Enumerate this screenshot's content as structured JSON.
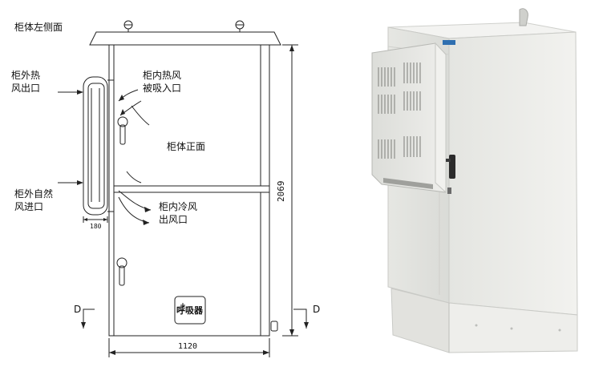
{
  "diagram": {
    "side_view_title": "柜体左侧面",
    "label_hot_air_out": [
      "柜外热",
      "风出口"
    ],
    "label_hot_air_in": [
      "柜内热风",
      "被吸入口"
    ],
    "label_front": "柜体正面",
    "label_natural_air_in": [
      "柜外自然",
      "风进口"
    ],
    "label_cold_air_out": [
      "柜内冷风",
      "出风口"
    ],
    "breather_label": "呼吸器",
    "dim_height": "2069",
    "dim_width": "1120",
    "dim_ac_depth": "180",
    "section_mark_left": "D",
    "section_mark_right": "D"
  },
  "colors": {
    "line": "#222222",
    "cabinet_body": "#e9e9e6",
    "cabinet_shadow": "#c9cac6",
    "photo_bg": "#ffffff"
  }
}
